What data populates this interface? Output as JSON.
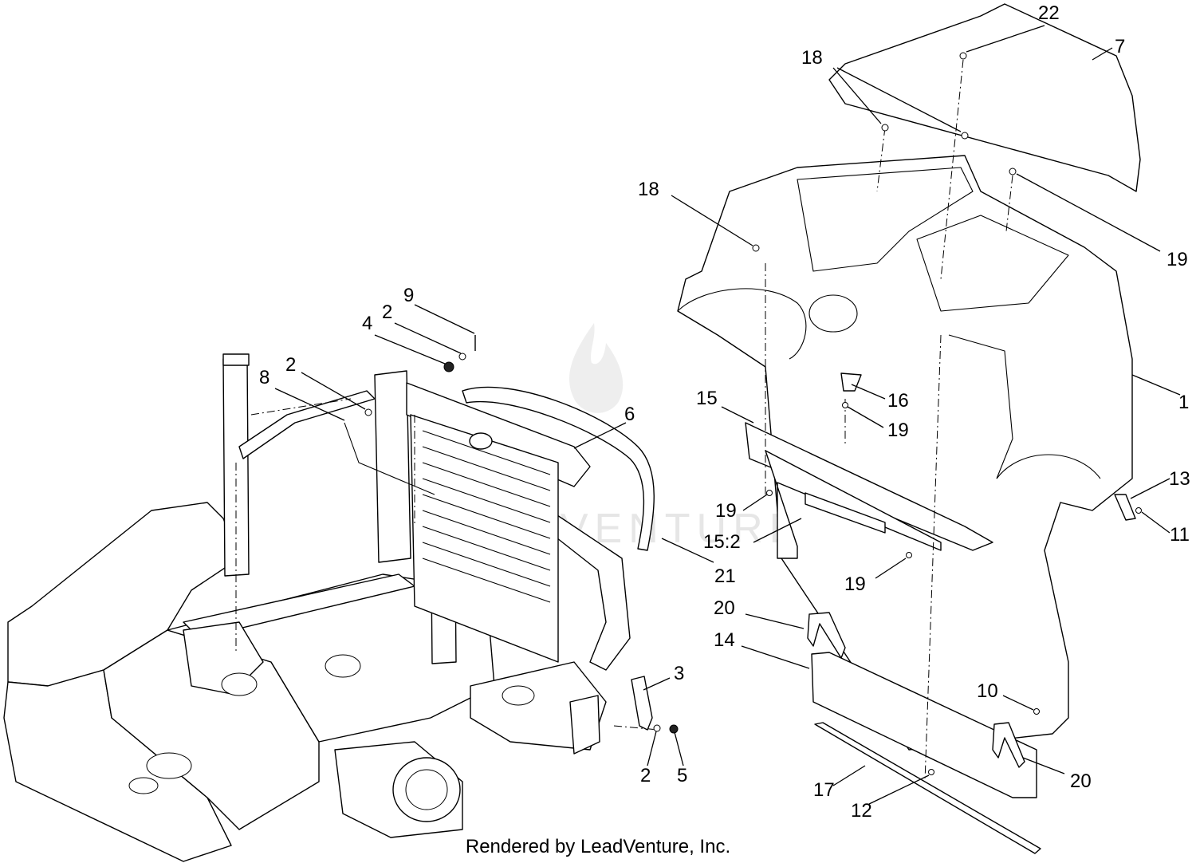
{
  "watermark": "LEADVENTURE",
  "footer": "Rendered by LeadVenture, Inc.",
  "callouts": [
    {
      "text": "22"
    },
    {
      "text": "7"
    },
    {
      "text": "18"
    },
    {
      "text": "18"
    },
    {
      "text": "19"
    },
    {
      "text": "9"
    },
    {
      "text": "2"
    },
    {
      "text": "4"
    },
    {
      "text": "2"
    },
    {
      "text": "8"
    },
    {
      "text": "6"
    },
    {
      "text": "1"
    },
    {
      "text": "15"
    },
    {
      "text": "16"
    },
    {
      "text": "19"
    },
    {
      "text": "13"
    },
    {
      "text": "19"
    },
    {
      "text": "15:2"
    },
    {
      "text": "11"
    },
    {
      "text": "21"
    },
    {
      "text": "19"
    },
    {
      "text": "20"
    },
    {
      "text": "14"
    },
    {
      "text": "3"
    },
    {
      "text": "10"
    },
    {
      "text": "2"
    },
    {
      "text": "5"
    },
    {
      "text": "20"
    },
    {
      "text": "17"
    },
    {
      "text": "12"
    }
  ]
}
